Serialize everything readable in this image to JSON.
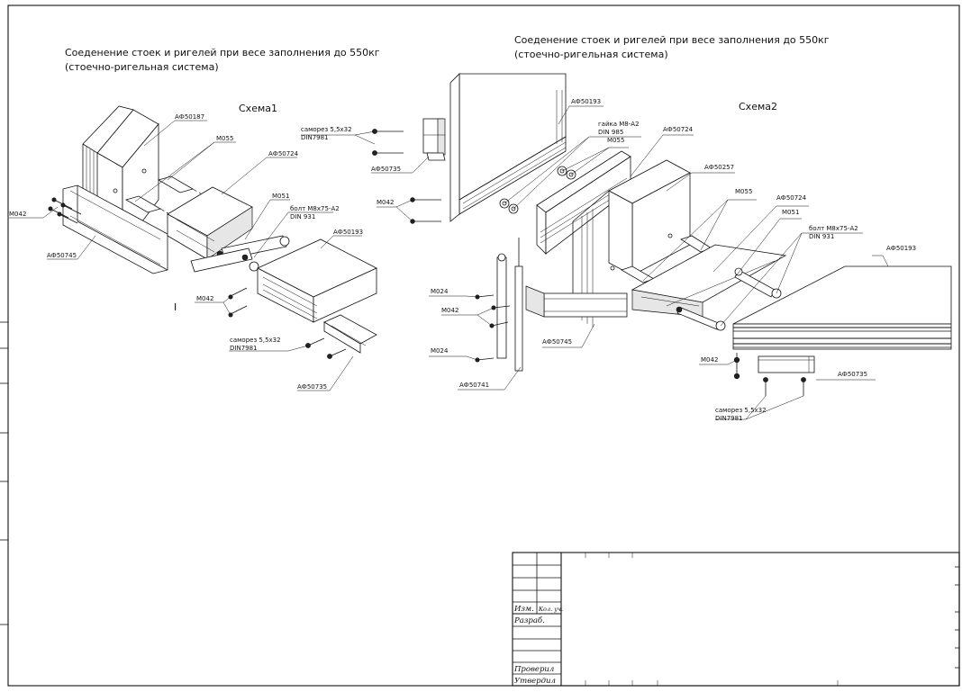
{
  "drawing": {
    "title_left_line1": "Соеденение стоек и ригелей при весе заполнения до 550кг",
    "title_left_line2": "(стоечно-ригельная система)",
    "title_right_line1": "Соеденение стоек и ригелей при весе заполнения до 550кг",
    "title_right_line2": "(стоечно-ригельная система)",
    "scheme1_title": "Схема1",
    "scheme2_title": "Схема2",
    "mark_i": "I"
  },
  "labels": {
    "s1_af50187": "АФ50187",
    "s1_m055": "М055",
    "s1_af50724": "АФ50724",
    "s1_m042_left": "М042",
    "s1_af50745": "АФ50745",
    "s1_m051": "М051",
    "s1_bolt_l1": "болт М8х75-А2",
    "s1_bolt_l2": "DIN 931",
    "s1_af50193": "АФ50193",
    "s1_m042_bottom": "М042",
    "s1_screw_l1": "саморез 5,5х32",
    "s1_screw_l2": "DIN7981",
    "s1_af50735": "АФ50735",
    "s2_screw_top_l1": "саморез 5,5х32",
    "s2_screw_top_l2": "DIN7981",
    "s2_af50735_top": "АФ50735",
    "s2_m042_top": "М042",
    "s2_af50193_top": "АФ50193",
    "s2_nut_l1": "гайка М8-А2",
    "s2_nut_l2": "DIN 985",
    "s2_m055_top": "М055",
    "s2_af50724_top": "АФ50724",
    "s2_af50257": "АФ50257",
    "s2_m055": "М055",
    "s2_af50724": "АФ50724",
    "s2_m051": "М051",
    "s2_bolt_l1": "болт М8х75-А2",
    "s2_bolt_l2": "DIN 931",
    "s2_af50193": "АФ50193",
    "s2_m024_top": "М024",
    "s2_m042": "М042",
    "s2_m024_bottom": "М024",
    "s2_af50741": "АФ50741",
    "s2_af50745": "АФ50745",
    "s2_m042_right": "М042",
    "s2_af50735": "АФ50735",
    "s2_screw_l1": "саморез 5,5х32",
    "s2_screw_l2": "DIN7981"
  },
  "title_block": {
    "izm": "Изм.",
    "kol_uch": "Кол. уч.",
    "razrab": "Разраб.",
    "proveril": "Проверил",
    "utverdil": "Утвердил"
  }
}
